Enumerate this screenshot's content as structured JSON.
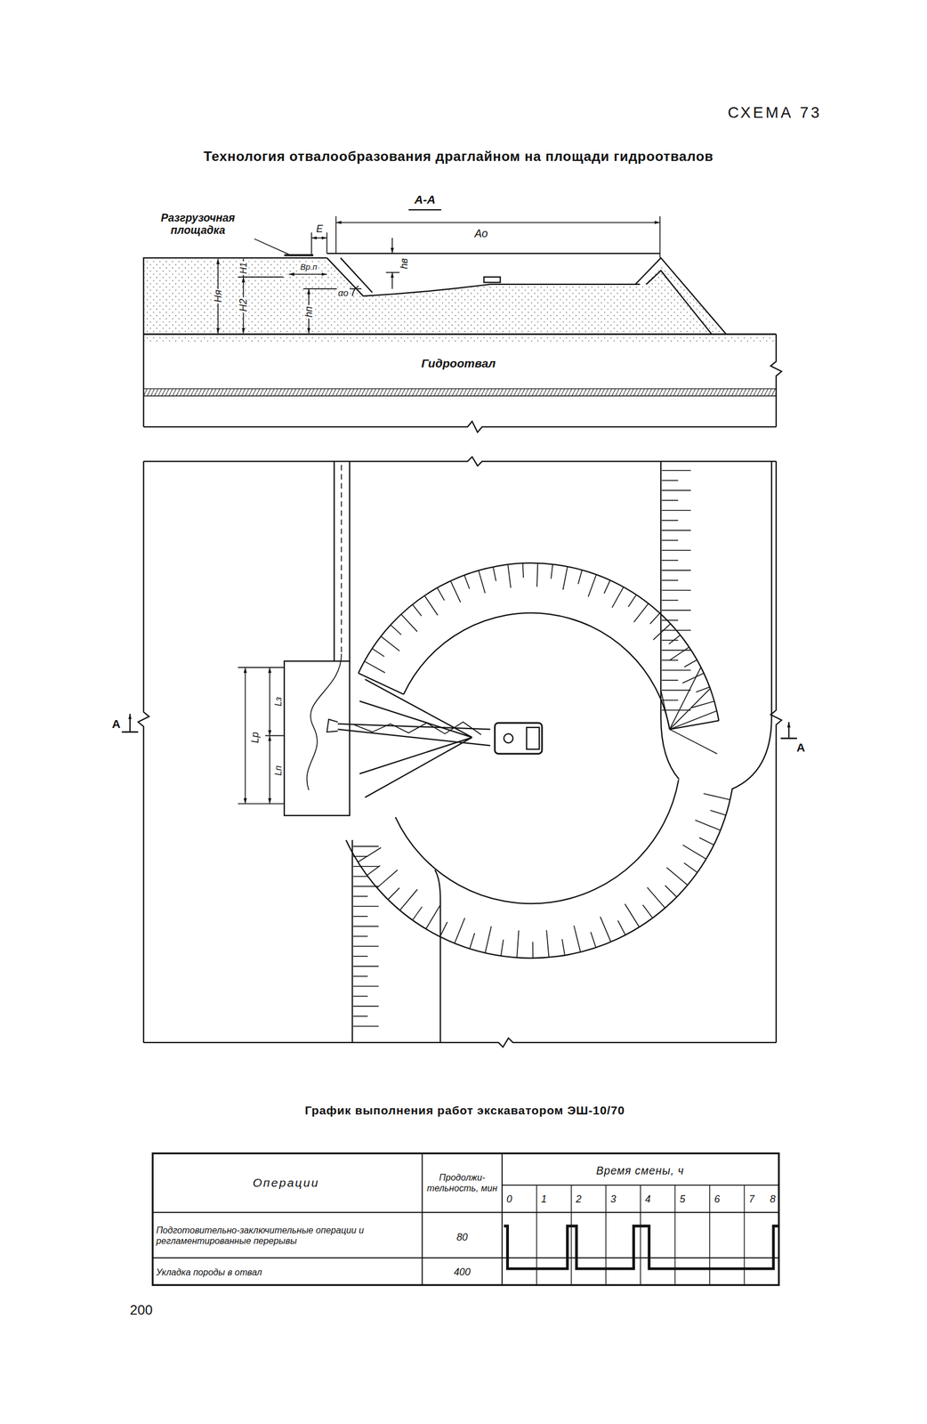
{
  "diagram": {
    "title": "Технология отвалообразования драглайном на площади гидроотвалов",
    "labels": [
      "СХЕМА 73",
      "А-А",
      "Разгрузочная площадка",
      "E",
      "Ао",
      "Hя",
      "H1",
      "H2",
      "Вр.п",
      "hп",
      "αо",
      "hв",
      "Гидроотвал",
      "А",
      "А",
      "Lр",
      "Lз",
      "Lп",
      "График выполнения работ экскаватором ЭШ-10/70",
      "Операции",
      "Продолжи- тельность, мин",
      "Время смены, ч",
      "0",
      "1",
      "2",
      "3",
      "4",
      "5",
      "6",
      "7",
      "8",
      "Подготовительно-заключительные операции и регламентированные перерывы",
      "80",
      "Укладка породы в отвал",
      "400",
      "200"
    ]
  }
}
